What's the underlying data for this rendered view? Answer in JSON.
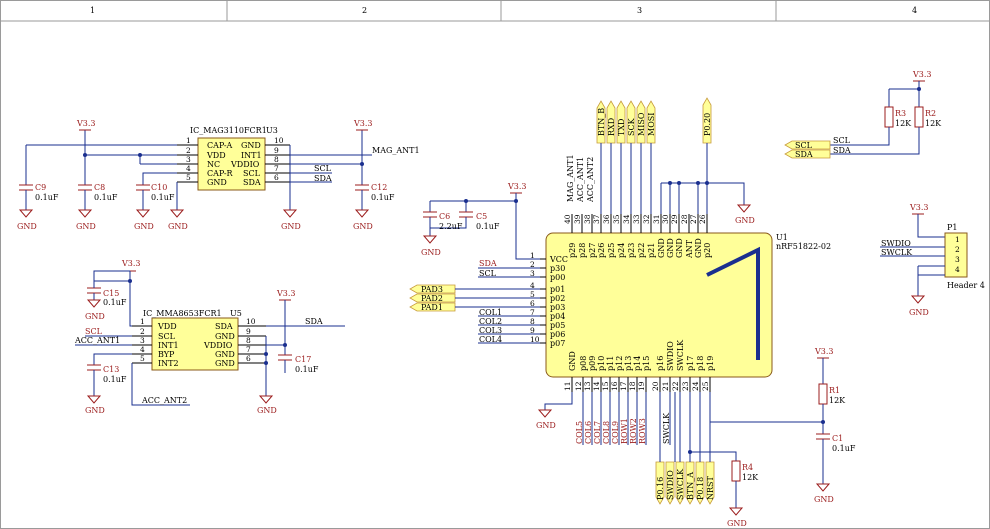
{
  "border": {
    "columns": [
      "1",
      "2",
      "3",
      "4"
    ]
  },
  "power": {
    "v33": "V3.3",
    "gnd": "GND"
  },
  "u3": {
    "part": "IC_MAG3110FCR1",
    "ref": "U3",
    "left_pins": [
      {
        "num": "1",
        "name": "CAP-A"
      },
      {
        "num": "2",
        "name": "VDD"
      },
      {
        "num": "3",
        "name": "NC"
      },
      {
        "num": "4",
        "name": "CAP-R"
      },
      {
        "num": "5",
        "name": "GND"
      }
    ],
    "right_pins": [
      {
        "num": "10",
        "name": "GND"
      },
      {
        "num": "9",
        "name": "INT1"
      },
      {
        "num": "8",
        "name": "VDDIO"
      },
      {
        "num": "7",
        "name": "SCL"
      },
      {
        "num": "6",
        "name": "SDA"
      }
    ],
    "net_int1": "MAG_ANT1",
    "net_scl": "SCL",
    "net_sda": "SDA"
  },
  "caps_top": [
    {
      "ref": "C9",
      "value": "0.1uF"
    },
    {
      "ref": "C8",
      "value": "0.1uF"
    },
    {
      "ref": "C10",
      "value": "0.1uF"
    },
    {
      "ref": "C12",
      "value": "0.1uF"
    }
  ],
  "u5": {
    "part": "IC_MMA8653FCR1",
    "ref": "U5",
    "left_pins": [
      {
        "num": "1",
        "name": "VDD"
      },
      {
        "num": "2",
        "name": "SCL"
      },
      {
        "num": "3",
        "name": "INT1"
      },
      {
        "num": "4",
        "name": "BYP"
      },
      {
        "num": "5",
        "name": "INT2"
      }
    ],
    "right_pins": [
      {
        "num": "10",
        "name": "SDA"
      },
      {
        "num": "9",
        "name": "GND"
      },
      {
        "num": "8",
        "name": "VDDIO"
      },
      {
        "num": "7",
        "name": "GND"
      },
      {
        "num": "6",
        "name": "GND"
      }
    ],
    "net_scl": "SCL",
    "net_int1": "ACC_ANT1",
    "net_int2": "ACC_ANT2",
    "net_sda": "SDA"
  },
  "caps_mid": [
    {
      "ref": "C15",
      "value": "0.1uF"
    },
    {
      "ref": "C13",
      "value": "0.1uF"
    },
    {
      "ref": "C17",
      "value": "0.1uF"
    }
  ],
  "caps_u1": [
    {
      "ref": "C6",
      "value": "2.2uF"
    },
    {
      "ref": "C5",
      "value": "0.1uF"
    }
  ],
  "u1": {
    "ref": "U1",
    "part": "nRF51822-02",
    "left_pins": [
      {
        "num": "1",
        "name": "VCC",
        "net": ""
      },
      {
        "num": "2",
        "name": "p30",
        "net": "SDA"
      },
      {
        "num": "3",
        "name": "p00",
        "net": "SCL"
      },
      {
        "num": "4",
        "name": "p01",
        "net": ""
      },
      {
        "num": "5",
        "name": "p02",
        "net": ""
      },
      {
        "num": "6",
        "name": "p03",
        "net": ""
      },
      {
        "num": "7",
        "name": "p04",
        "net": "COL1"
      },
      {
        "num": "8",
        "name": "p05",
        "net": "COL2"
      },
      {
        "num": "9",
        "name": "p06",
        "net": "COL3"
      },
      {
        "num": "10",
        "name": "p07",
        "net": "COL4"
      }
    ],
    "top_pins": [
      {
        "num": "40",
        "name": "p29"
      },
      {
        "num": "39",
        "name": "p28"
      },
      {
        "num": "38",
        "name": "p27"
      },
      {
        "num": "37",
        "name": "p26"
      },
      {
        "num": "36",
        "name": "p25"
      },
      {
        "num": "35",
        "name": "p24"
      },
      {
        "num": "34",
        "name": "p23"
      },
      {
        "num": "33",
        "name": "p22"
      },
      {
        "num": "32",
        "name": "p21"
      },
      {
        "num": "31",
        "name": "GND"
      },
      {
        "num": "30",
        "name": "GND"
      },
      {
        "num": "29",
        "name": "GND"
      },
      {
        "num": "28",
        "name": "ANT"
      },
      {
        "num": "27",
        "name": "GND"
      },
      {
        "num": "26",
        "name": "p20"
      }
    ],
    "top_nets": [
      "MAG_ANT1",
      "ACC_ANT1",
      "ACC_ANT2"
    ],
    "top_flags": [
      "BTN_B",
      "RXD",
      "TXD",
      "SCK",
      "MISO",
      "MOSI"
    ],
    "p020_flag": "P0.20",
    "bottom_pins": [
      {
        "num": "11",
        "name": "GND"
      },
      {
        "num": "12",
        "name": "p08"
      },
      {
        "num": "13",
        "name": "p09"
      },
      {
        "num": "14",
        "name": "p10"
      },
      {
        "num": "15",
        "name": "p11"
      },
      {
        "num": "16",
        "name": "p12"
      },
      {
        "num": "17",
        "name": "p13"
      },
      {
        "num": "18",
        "name": "p14"
      },
      {
        "num": "19",
        "name": "p15"
      },
      {
        "num": "20",
        "name": "p16"
      },
      {
        "num": "21",
        "name": "SWDIO"
      },
      {
        "num": "22",
        "name": "SWCLK"
      },
      {
        "num": "23",
        "name": "p17"
      },
      {
        "num": "24",
        "name": "p18"
      },
      {
        "num": "25",
        "name": "p19"
      }
    ],
    "bottom_nets": [
      "COL5",
      "COL6",
      "COL7",
      "COL8",
      "COL9",
      "ROW1",
      "ROW2",
      "ROW3"
    ],
    "bottom_flags": [
      "P0.16",
      "SWDIO",
      "SWCLK",
      "BTN_A",
      "P0.18",
      "NRST"
    ],
    "swclk_net": "SWCLK",
    "pad_flags": [
      "PAD3",
      "PAD2",
      "PAD1"
    ]
  },
  "i2c_pullups": {
    "r3": {
      "ref": "R3",
      "value": "12K"
    },
    "r2": {
      "ref": "R2",
      "value": "12K"
    },
    "flags": [
      "SCL",
      "SDA"
    ],
    "nets": [
      "SCL",
      "SDA"
    ]
  },
  "reset": {
    "r1": {
      "ref": "R1",
      "value": "12K"
    },
    "c1": {
      "ref": "C1",
      "value": "0.1uF"
    },
    "r4": {
      "ref": "R4",
      "value": "12K"
    }
  },
  "p1": {
    "ref": "P1",
    "part": "Header 4",
    "pins": [
      "1",
      "2",
      "3",
      "4"
    ],
    "nets": [
      "SWDIO",
      "SWCLK"
    ]
  }
}
